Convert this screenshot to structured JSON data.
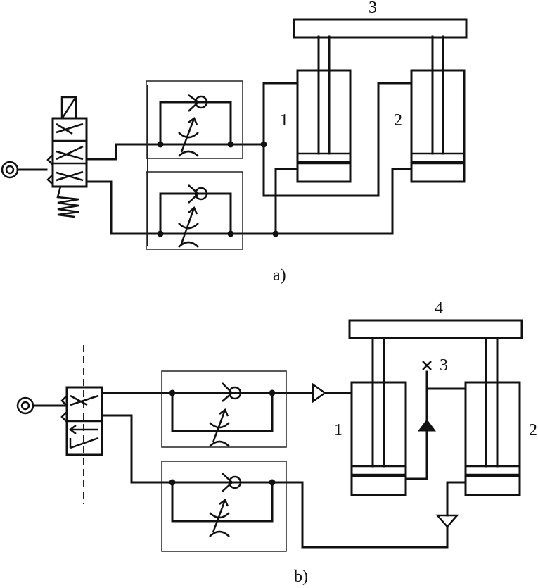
{
  "diagram_a": {
    "caption": "a)",
    "labels": {
      "plate": "3",
      "cylinder_left": "1",
      "cylinder_right": "2"
    }
  },
  "diagram_b": {
    "caption": "b)",
    "labels": {
      "plate": "4",
      "valve": "3",
      "cylinder_left": "1",
      "cylinder_right": "2"
    }
  }
}
